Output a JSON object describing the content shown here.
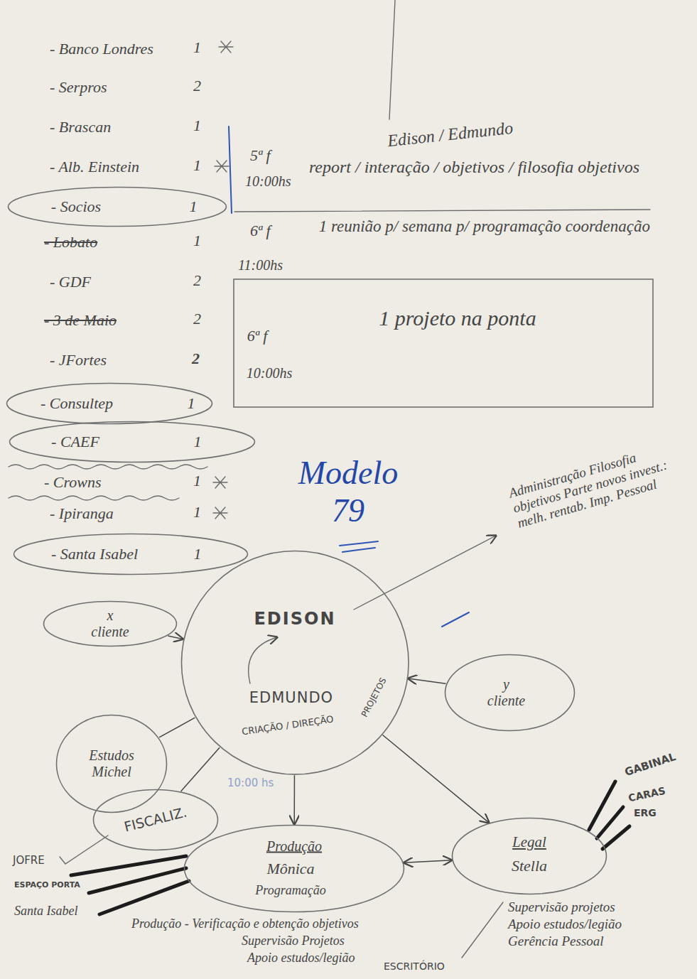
{
  "diagram": {
    "nodes": [
      {
        "text": [
          "- Socios",
          "1"
        ]
      },
      {
        "text": [
          "6ª f",
          "10:00hs",
          "1 projeto na ponta"
        ]
      },
      {
        "text": [
          "- Consultep",
          "1"
        ]
      },
      {
        "text": [
          "- CAEF",
          "1"
        ]
      },
      {
        "text": [
          "- Santa Isabel",
          "1"
        ]
      },
      {
        "text": [
          "x cliente"
        ]
      },
      {
        "text": [
          "EDISON",
          "EDMUNDO",
          "CRIAÇÃO / DIREÇÃO",
          "PROJETOS"
        ]
      },
      {
        "text": [
          "y cliente"
        ]
      },
      {
        "text": [
          "Estudos Michel"
        ]
      },
      {
        "text": [
          "FISCALIZ."
        ]
      },
      {
        "text": [
          "Produção",
          "Mônica",
          "Programação"
        ]
      },
      {
        "text": [
          "Legal",
          "Stella"
        ]
      }
    ],
    "edges": [
      {
        "from": 5,
        "to": 6,
        "arrow": "to"
      },
      {
        "from": 7,
        "to": 6,
        "arrow": "to"
      },
      {
        "from": 8,
        "to": 6,
        "arrow": "none"
      },
      {
        "from": 9,
        "to": 6,
        "arrow": "none"
      },
      {
        "from": 6,
        "to": 10,
        "arrow": "to"
      },
      {
        "from": 6,
        "to": 11,
        "arrow": "to"
      },
      {
        "from": 10,
        "to": 11,
        "arrow": "both"
      }
    ],
    "labels": [
      "- Banco Londres",
      "1",
      "- Serpros",
      "2",
      "- Brascan",
      "1",
      "- Alb. Einstein",
      "1",
      "- Lobato",
      "1",
      "- GDF",
      "2",
      "- 3 de Maio",
      "2",
      "- JFortes",
      "2",
      "- Crowns",
      "1",
      "- Ipiranga",
      "1",
      "5ª f",
      "10:00hs",
      "Edison / Edmundo",
      "report / interação / objetivos / filosofia objetivos",
      "6ª f",
      "1 reunião p/ semana p/ programação coordenação",
      "11:00hs",
      "Modelo 79",
      "Administração Filosofia objetivos Parte novos invest.: melh. rentab. Imp. Pessoal",
      "10:00 hs",
      "Produção - Verificação e obtenção objetivos",
      "Supervisão Projetos",
      "Apoio estudos/legião",
      "Supervisão projetos",
      "Apoio estudos/legião",
      "Gerência Pessoal",
      "ESCRITÓRIO",
      "GABINAL",
      "CARAS",
      "ERG",
      "JOFRE",
      "ESPAÇO PORTA",
      "Santa Isabel"
    ]
  }
}
